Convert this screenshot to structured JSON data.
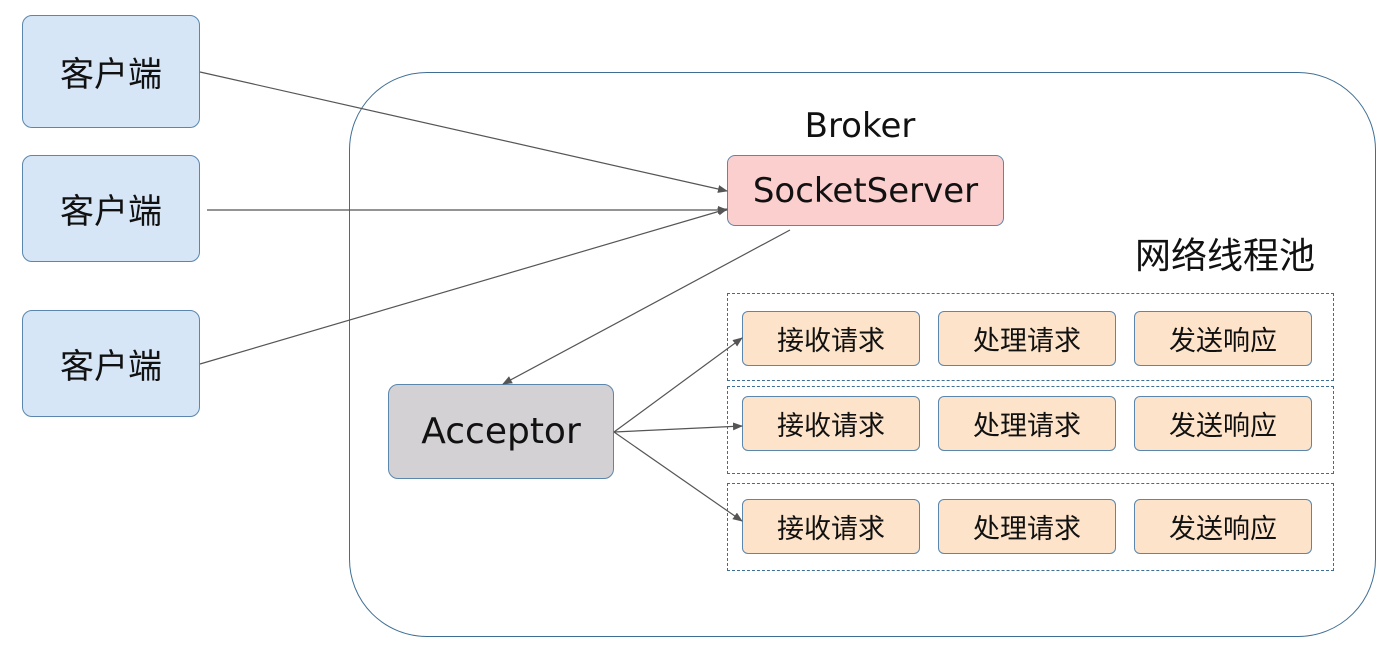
{
  "clients": [
    "客户端",
    "客户端",
    "客户端"
  ],
  "broker": {
    "label": "Broker",
    "socket_server": "SocketServer",
    "acceptor": "Acceptor",
    "thread_pool": {
      "title": "网络线程池",
      "groups": [
        {
          "steps": [
            "接收请求",
            "处理请求",
            "发送响应"
          ]
        },
        {
          "steps": [
            "接收请求",
            "处理请求",
            "发送响应"
          ]
        },
        {
          "steps": [
            "接收请求",
            "处理请求",
            "发送响应"
          ]
        }
      ]
    }
  },
  "colors": {
    "client_fill": "#d6e6f7",
    "socket_server_fill": "#fccfcf",
    "acceptor_fill": "#d3d1d4",
    "task_fill": "#fde3c9",
    "border": "#5b86ad",
    "frame_border": "#3f6e94",
    "arrow": "#555555"
  }
}
